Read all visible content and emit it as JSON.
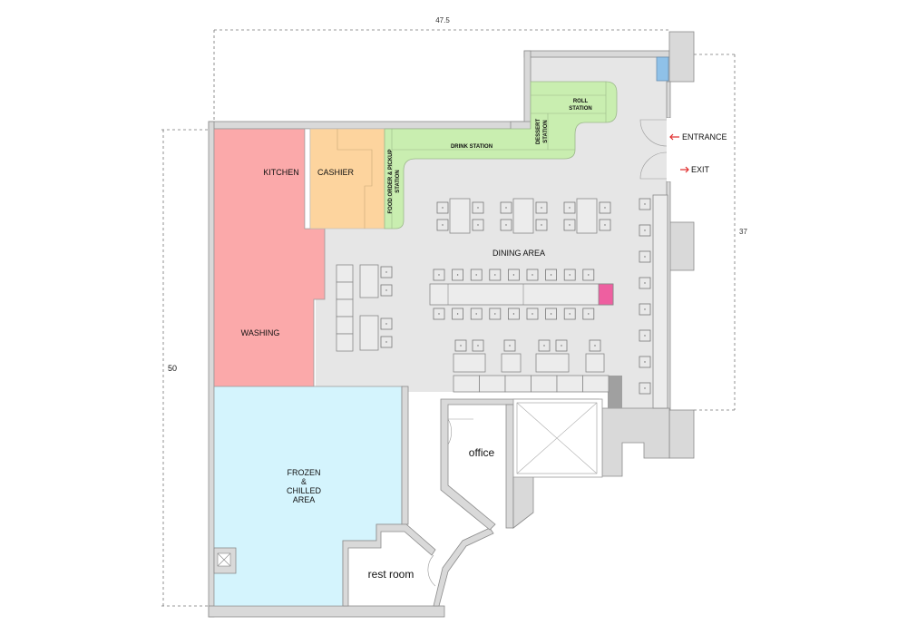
{
  "dimensions": {
    "width": "47.5",
    "height_left": "50",
    "height_right": "37"
  },
  "zones": {
    "kitchen": "KITCHEN",
    "cashier": "CASHIER",
    "washing": "WASHING",
    "frozen_line1": "FROZEN",
    "frozen_line2": "&",
    "frozen_line3": "CHILLED",
    "frozen_line4": "AREA",
    "office": "office",
    "rest_room": "rest room",
    "dining": "DINING AREA",
    "drink_station": "DRINK STATION",
    "roll_line1": "ROLL",
    "roll_line2": "STATION",
    "dessert_line1": "DESSERT",
    "dessert_line2": "STATION",
    "food_order_line1": "FOOD ORDER & PICKUP",
    "food_order_line2": "STATION"
  },
  "doors": {
    "entrance": "ENTRANCE",
    "exit": "EXIT"
  },
  "colors": {
    "kitchen": "#fba9aa",
    "cashier": "#fdd49e",
    "stations": "#c9eeb0",
    "frozen": "#d4f4fd",
    "dining_floor": "#e6e6e6",
    "accent_pink": "#ee5fa0",
    "accent_blue": "#8fc1e8",
    "arrow": "#e02a2a"
  }
}
